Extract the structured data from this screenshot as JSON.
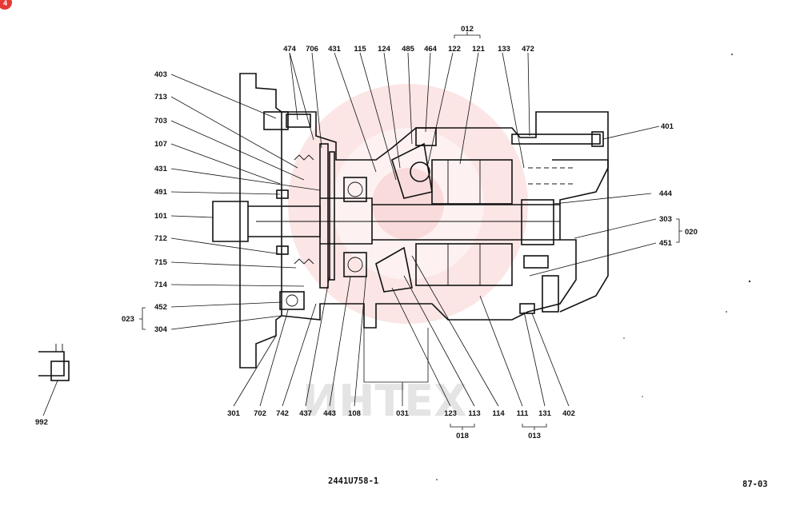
{
  "diagram": {
    "drawing_number": "2441U758-1",
    "revision": "87-03",
    "corner_badge": "4",
    "watermark": "ИНТЕХ",
    "labels": {
      "p474": "474",
      "p706": "706",
      "p431a": "431",
      "p115": "115",
      "p124": "124",
      "p485": "485",
      "p464": "464",
      "p122": "122",
      "p121": "121",
      "p012": "012",
      "p133": "133",
      "p472": "472",
      "p403": "403",
      "p713": "713",
      "p703": "703",
      "p107": "107",
      "p431b": "431",
      "p491": "491",
      "p101": "101",
      "p712": "712",
      "p715": "715",
      "p714": "714",
      "p452": "452",
      "p023": "023",
      "p304": "304",
      "p401": "401",
      "p444": "444",
      "p303": "303",
      "p020": "020",
      "p451": "451",
      "p992": "992",
      "p301": "301",
      "p702": "702",
      "p742": "742",
      "p437": "437",
      "p443": "443",
      "p108": "108",
      "p031": "031",
      "p123": "123",
      "p113": "113",
      "p114": "114",
      "p111": "111",
      "p131": "131",
      "p402": "402",
      "p018": "018",
      "p013": "013"
    }
  }
}
